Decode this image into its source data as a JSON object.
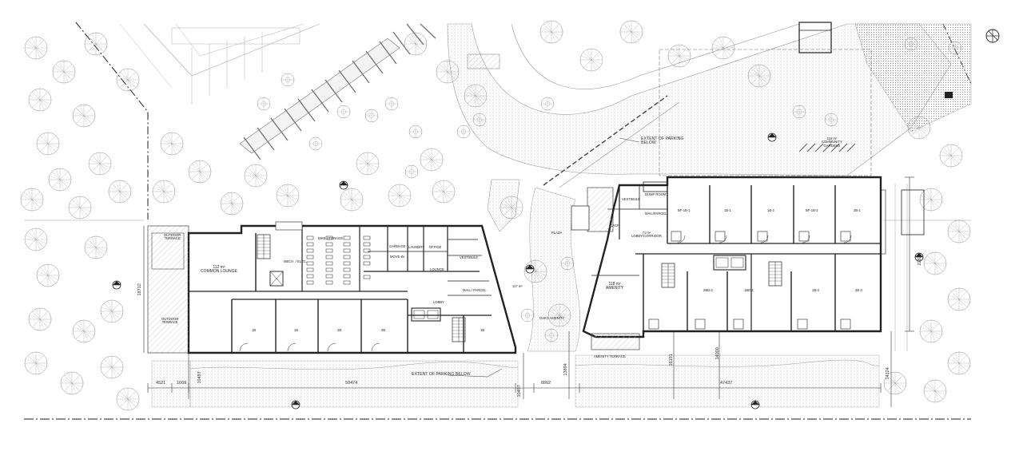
{
  "diagram": {
    "type": "architectural-floor-plan",
    "colors": {
      "line": "#222222",
      "light": "#9a9a9a",
      "hatch": "#c8c8c8"
    },
    "icons": [
      "north-arrow-icon",
      "section-marker-icon",
      "tree-symbol-icon",
      "stair-icon",
      "elevator-icon"
    ]
  },
  "notes": {
    "parking_below_upper": "EXTENT OF PARKING\nBELOW",
    "parking_below_lower": "EXTENT OF PARKING BELOW",
    "community_garden": "110 m²\nCOMMUNITY\nGARDENS"
  },
  "rooms_west": {
    "outdoor_terrace_top": "OUTDOOR\nTERRACE",
    "common_lounge": "112 m²\nCOMMON LOUNGE",
    "mech_elec": "MECH. / ELEC.",
    "bike_storage": "BIKE STORAGE",
    "garbage": "GARBAGE",
    "move_in": "MOVE-IN",
    "laundry": "LAUNDRY",
    "office": "OFFICE",
    "vestibule": "VESTIBULE",
    "lounge": "LOUNGE",
    "mail_parcel": "MAIL / PARCEL",
    "lobby": "LOBBY",
    "outdoor_terrace_side": "OUTDOOR\nTERRACE",
    "area_117": "117 m²",
    "unit_1": "1B",
    "unit_2": "1B",
    "unit_3": "1B",
    "unit_4": "2B",
    "unit_5": "1B"
  },
  "rooms_east": {
    "plaza": "PLAZA",
    "vestibule": "VESTIBULE",
    "cacf": "CACF",
    "dump_room": "DUMP ROOM",
    "mail_parcel": "MAIL/PARCEL",
    "lobby_corridor": "71 m²\nLOBBY/CORRIDOR",
    "amenity": "118 m²\nAMENITY",
    "oaks_amenity": "OAKS AMENITY",
    "amenity_terrace": "AMENITY TERRACE",
    "units_north": [
      "BF-1B-1",
      "1B-1",
      "1B-2",
      "BF-1B-2",
      "2B-1"
    ],
    "units_south": [
      "2BD-2",
      "1BD-1",
      "1B-3",
      "2B-3"
    ]
  },
  "dimensions": {
    "d4521": "4521",
    "d1669": "1669",
    "d10497a": "10497",
    "d50474": "50474",
    "d10497b": "10497",
    "d8862": "8862",
    "d13894": "13894",
    "d16191": "16191",
    "d14000": "14000",
    "d47437": "47437",
    "d14124": "14124",
    "d22621": "22621",
    "d18712": "18712"
  }
}
